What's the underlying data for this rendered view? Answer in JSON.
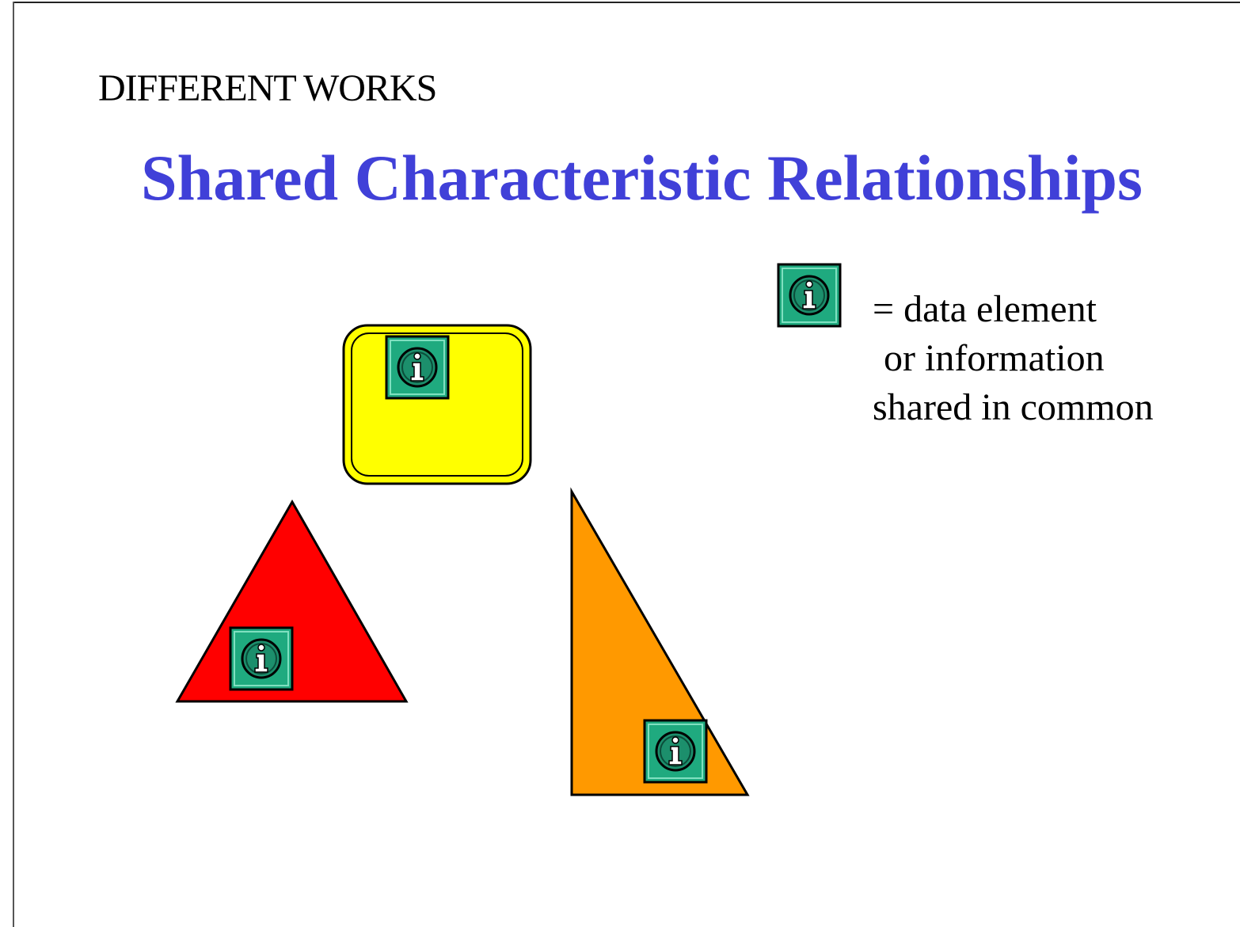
{
  "slide": {
    "section_label": "DIFFERENT WORKS",
    "title": "Shared Characteristic Relationships"
  },
  "legend": {
    "icon": "info-icon",
    "line1": "= data element",
    "line2": "or information",
    "line3": "shared in common"
  },
  "shapes": [
    {
      "name": "rounded-rectangle",
      "color": "#ffff00",
      "icon": "info-icon"
    },
    {
      "name": "isosceles-triangle",
      "color": "#ff0000",
      "icon": "info-icon"
    },
    {
      "name": "right-triangle",
      "color": "#ff9900",
      "icon": "info-icon"
    }
  ],
  "colors": {
    "title": "#4040d8",
    "icon_fill": "#1faa7f",
    "icon_dark": "#0b4d3a"
  }
}
